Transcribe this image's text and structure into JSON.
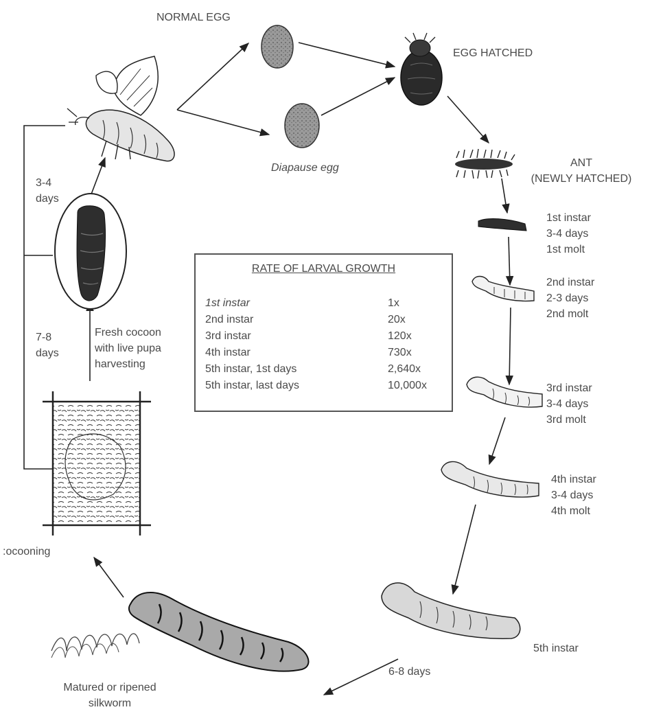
{
  "labels": {
    "normal_egg": "NORMAL EGG",
    "egg_hatched": "EGG HATCHED",
    "diapause_egg": "Diapause egg",
    "ant": [
      "ANT",
      "(NEWLY HATCHED)"
    ],
    "instar1": [
      "1st instar",
      "3-4 days",
      "1st molt"
    ],
    "instar2": [
      "2nd instar",
      "2-3 days",
      "2nd molt"
    ],
    "instar3": [
      "3rd instar",
      "3-4 days",
      "3rd molt"
    ],
    "instar4": [
      "4th instar",
      "3-4 days",
      "4th molt"
    ],
    "instar5": "5th instar",
    "days_6_8": "6-8 days",
    "matured": [
      "Matured or ripened",
      "silkworm"
    ],
    "cocooning": ":ocooning",
    "fresh_cocoon": [
      "Fresh cocoon",
      "with live pupa",
      "harvesting"
    ],
    "days_3_4": [
      "3-4",
      "days"
    ],
    "days_7_8": [
      "7-8",
      "days"
    ]
  },
  "growth_table": {
    "title": "RATE OF LARVAL GROWTH",
    "rows": [
      {
        "stage": "1st instar",
        "mult": "1x"
      },
      {
        "stage": "2nd instar",
        "mult": "20x"
      },
      {
        "stage": "3rd instar",
        "mult": "120x"
      },
      {
        "stage": "4th instar",
        "mult": "730x"
      },
      {
        "stage": "5th instar, 1st days",
        "mult": "2,640x"
      },
      {
        "stage": "5th instar, last days",
        "mult": "10,000x"
      }
    ]
  },
  "colors": {
    "ink": "#4a4a4a",
    "line": "#222222",
    "egg_gray": "#8c8c8c",
    "dark_body": "#2a2a2a",
    "larva_gray": "#b5b5b5"
  }
}
